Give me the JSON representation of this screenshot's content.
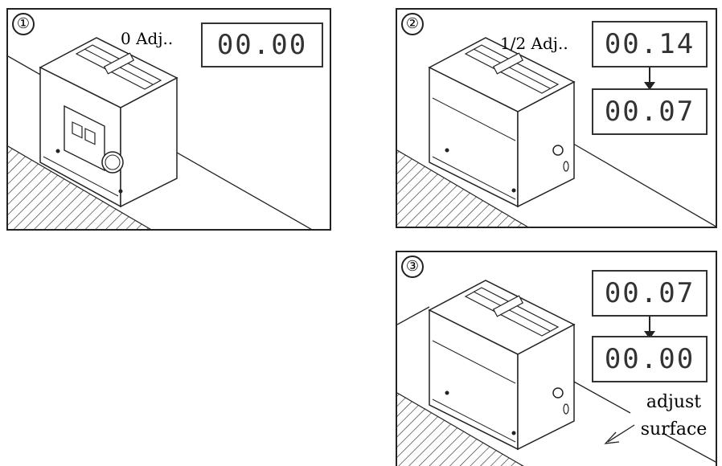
{
  "panels": [
    {
      "step": "①",
      "label": "0 Adj..",
      "readings": [
        "00.00"
      ]
    },
    {
      "step": "②",
      "label": "1/2 Adj..",
      "readings": [
        "00.14",
        "00.07"
      ]
    },
    {
      "step": "③",
      "readings": [
        "00.07",
        "00.00"
      ],
      "caption_line1": "adjust",
      "caption_line2": "surface"
    }
  ]
}
